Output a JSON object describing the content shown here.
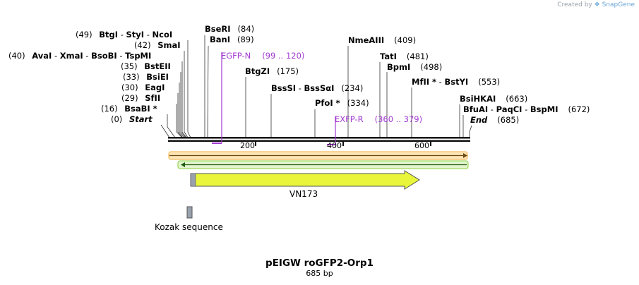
{
  "credit": {
    "text": "Created by",
    "brand": "SnapGene"
  },
  "title": "pEIGW roGFP2-Orp1",
  "length_label": "685 bp",
  "scale_ticks": [
    "200",
    "400",
    "600"
  ],
  "sites": {
    "r49": {
      "pos": "(49)",
      "enz": [
        "BtgI",
        "StyI",
        "NcoI"
      ]
    },
    "r42": {
      "pos": "(42)",
      "enz": [
        "SmaI"
      ]
    },
    "r40": {
      "pos": "(40)",
      "enz": [
        "AvaI",
        "XmaI",
        "BsoBI",
        "TspMI"
      ]
    },
    "r35": {
      "pos": "(35)",
      "enz": [
        "BstEII"
      ]
    },
    "r33": {
      "pos": "(33)",
      "enz": [
        "BsiEI"
      ]
    },
    "r30": {
      "pos": "(30)",
      "enz": [
        "EagI"
      ]
    },
    "r29": {
      "pos": "(29)",
      "enz": [
        "SfII"
      ]
    },
    "r16": {
      "pos": "(16)",
      "enz": [
        "BsaBI *"
      ]
    },
    "r0": {
      "pos": "(0)",
      "enz": [
        "Start"
      ]
    },
    "r84": {
      "pos": "(84)",
      "enz": [
        "BseRI"
      ]
    },
    "r89": {
      "pos": "(89)",
      "enz": [
        "BanI"
      ]
    },
    "r175": {
      "pos": "(175)",
      "enz": [
        "BtgZI"
      ]
    },
    "r234": {
      "pos": "(234)",
      "enz": [
        "BssSI",
        "BssSαI"
      ]
    },
    "r334": {
      "pos": "(334)",
      "enz": [
        "PfoI *"
      ]
    },
    "r409": {
      "pos": "(409)",
      "enz": [
        "NmeAIII"
      ]
    },
    "r481": {
      "pos": "(481)",
      "enz": [
        "TatI"
      ]
    },
    "r498": {
      "pos": "(498)",
      "enz": [
        "BpmI"
      ]
    },
    "r553": {
      "pos": "(553)",
      "enz": [
        "MfII *",
        "BstYI"
      ]
    },
    "r663": {
      "pos": "(663)",
      "enz": [
        "BsiHKAI"
      ]
    },
    "r672": {
      "pos": "(672)",
      "enz": [
        "BfuAI",
        "PaqCI",
        "BspMI"
      ]
    },
    "r685": {
      "pos": "(685)",
      "enz": [
        "End"
      ]
    }
  },
  "primers": {
    "egfp_n": {
      "name": "EGFP-N",
      "range": "(99 .. 120)"
    },
    "exfp_r": {
      "name": "EXFP-R",
      "range": "(360 .. 379)"
    }
  },
  "features": {
    "vn173": "VN173",
    "kozak": "Kozak sequence"
  },
  "colors": {
    "primer": "#a23bd1",
    "forward_strand": "#f0b040",
    "reverse_strand": "#8ccf3c",
    "feature_fill": "#e8f53a",
    "kozak_fill": "#9aa1ae"
  }
}
